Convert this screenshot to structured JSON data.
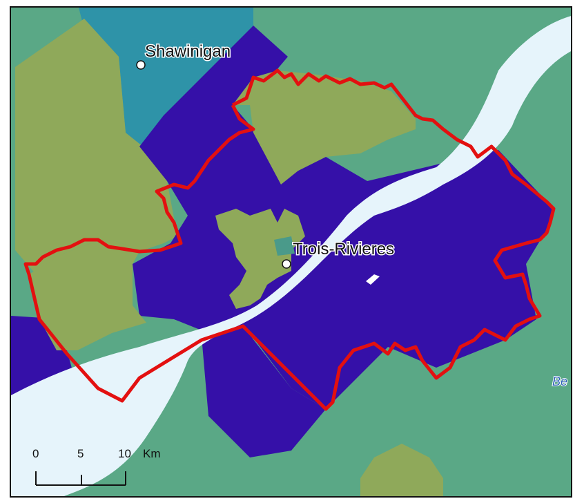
{
  "map": {
    "cities": [
      {
        "name": "Shawinigan"
      },
      {
        "name": "Trois-Rivieres"
      }
    ],
    "edge_label": "Be",
    "scale_bar": {
      "ticks": [
        "0",
        "5",
        "10"
      ],
      "unit": "Km"
    },
    "colors": {
      "background_region": "#5aa886",
      "dark_region": "#3510a8",
      "olive_region": "#8fa95a",
      "teal_region": "#2e93a8",
      "water": "#e6f4fb",
      "boundary_outline": "#e31010"
    }
  }
}
